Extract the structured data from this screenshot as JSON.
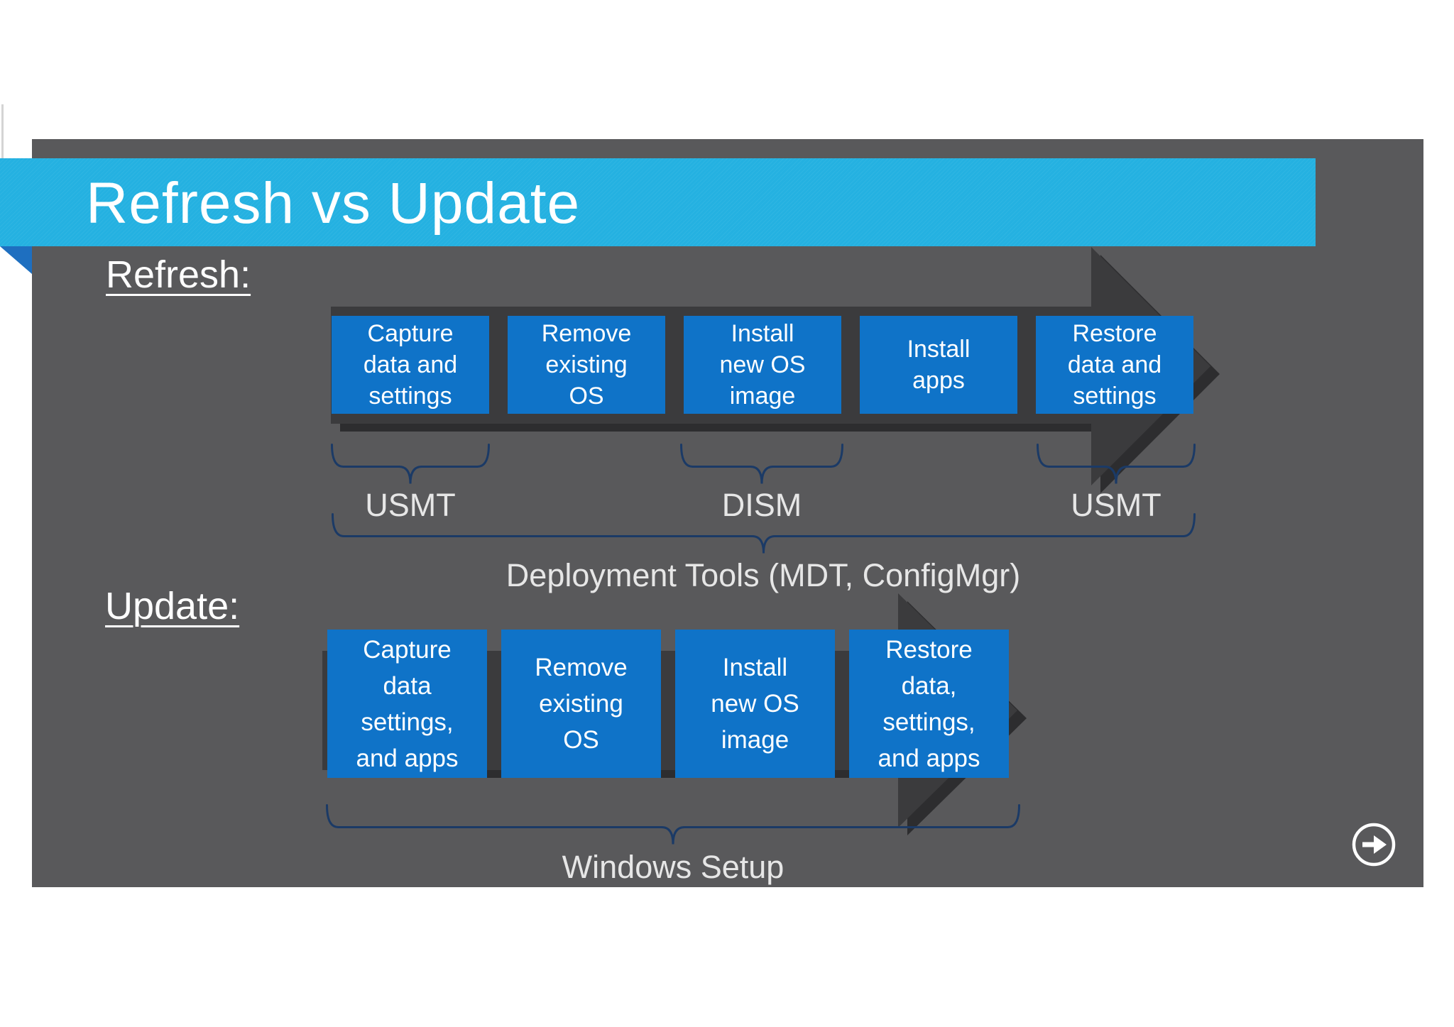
{
  "slide": {
    "title": "Refresh vs Update"
  },
  "refresh": {
    "label": "Refresh:",
    "steps": [
      {
        "lines": [
          "Capture",
          "data and",
          "settings"
        ]
      },
      {
        "lines": [
          "Remove",
          "existing",
          "OS"
        ]
      },
      {
        "lines": [
          "Install",
          "new OS",
          "image"
        ]
      },
      {
        "lines": [
          "Install",
          "apps"
        ]
      },
      {
        "lines": [
          "Restore",
          "data and",
          "settings"
        ]
      }
    ],
    "tool_labels": [
      "USMT",
      "DISM",
      "USMT"
    ],
    "group_label": "Deployment Tools (MDT, ConfigMgr)"
  },
  "update": {
    "label": "Update:",
    "steps": [
      {
        "lines": [
          "Capture",
          "data",
          "settings,",
          "and apps"
        ]
      },
      {
        "lines": [
          "Remove",
          "existing",
          "OS"
        ]
      },
      {
        "lines": [
          "Install",
          "new OS",
          "image"
        ]
      },
      {
        "lines": [
          "Restore",
          "data,",
          "settings,",
          "and apps"
        ]
      }
    ],
    "group_label": "Windows Setup"
  },
  "nav": {
    "next_icon": "arrow-right-in-circle"
  },
  "colors": {
    "accent_cyan": "#24b1e1",
    "fold_blue": "#1e6fc0",
    "slide_gray": "#59595b",
    "arrow_gray": "#3b3b3d",
    "arrow_shadow": "#2d2d2f",
    "box_blue": "#0f73c8",
    "bracket_navy": "#1b3a66",
    "text_light": "#e6e6e6"
  }
}
